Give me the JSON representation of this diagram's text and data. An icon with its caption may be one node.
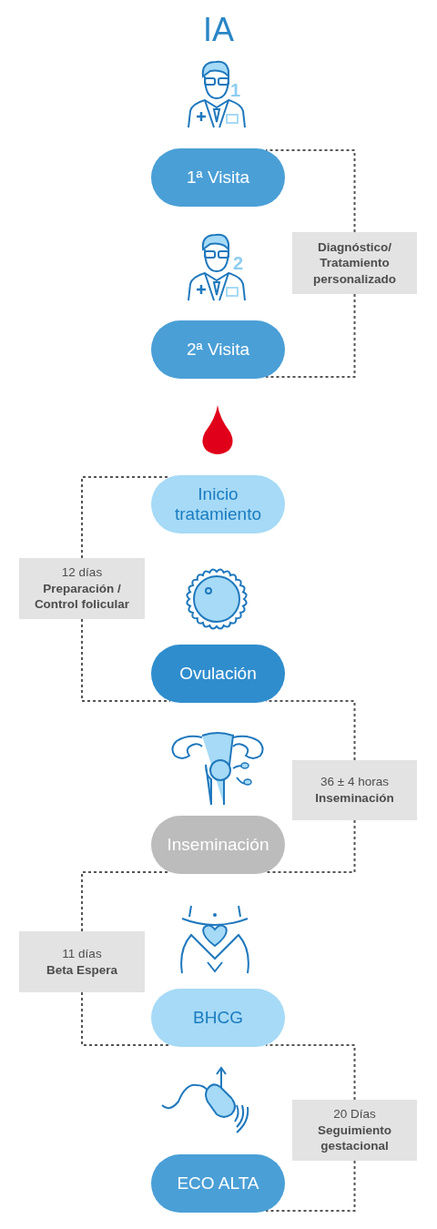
{
  "diagram": {
    "title": "IA",
    "nodes": [
      {
        "text": [
          "1ª Visita"
        ]
      },
      {
        "text": [
          "Diagnóstico/ Tratamiento personalizado"
        ]
      },
      {
        "text": [
          "2ª Visita"
        ]
      },
      {
        "text": [
          "Inicio tratamiento"
        ]
      },
      {
        "text": [
          "12 días",
          "Preparación / Control folicular"
        ]
      },
      {
        "text": [
          "Ovulación"
        ]
      },
      {
        "text": [
          "36 ± 4 horas",
          "Inseminación"
        ]
      },
      {
        "text": [
          "Inseminación"
        ]
      },
      {
        "text": [
          "11 días",
          "Beta Espera"
        ]
      },
      {
        "text": [
          "BHCG"
        ]
      },
      {
        "text": [
          "20 Días",
          "Seguimiento gestacional"
        ]
      },
      {
        "text": [
          "ECO ALTA"
        ]
      }
    ],
    "edges": [
      {
        "from": 1,
        "to": 0,
        "arrow": "none",
        "style": "dashed"
      },
      {
        "from": 1,
        "to": 2,
        "arrow": "none",
        "style": "dashed"
      },
      {
        "from": 4,
        "to": 3,
        "arrow": "none",
        "style": "dashed"
      },
      {
        "from": 4,
        "to": 5,
        "arrow": "none",
        "style": "dashed"
      },
      {
        "from": 6,
        "to": 5,
        "arrow": "none",
        "style": "dashed"
      },
      {
        "from": 6,
        "to": 7,
        "arrow": "none",
        "style": "dashed"
      },
      {
        "from": 8,
        "to": 7,
        "arrow": "none",
        "style": "dashed"
      },
      {
        "from": 8,
        "to": 9,
        "arrow": "none",
        "style": "dashed"
      },
      {
        "from": 10,
        "to": 9,
        "arrow": "none",
        "style": "dashed"
      },
      {
        "from": 10,
        "to": 11,
        "arrow": "none",
        "style": "dashed"
      }
    ],
    "labels": [
      "1",
      "2"
    ]
  }
}
